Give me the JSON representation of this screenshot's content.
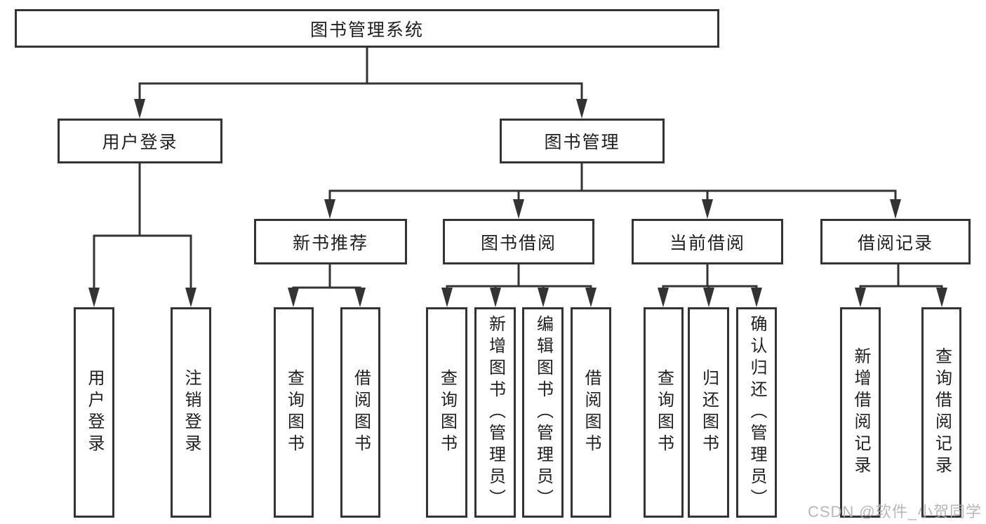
{
  "watermark": "CSDN @软件_小贺同学",
  "colors": {
    "line": "#333333",
    "box_border": "#333333",
    "text": "#1f1f1f",
    "watermark": "#b0b0b0",
    "background": "#ffffff"
  },
  "tree": {
    "root": "图书管理系统",
    "branches": [
      {
        "label": "用户登录",
        "children": [
          "用户登录",
          "注销登录"
        ]
      },
      {
        "label": "图书管理",
        "groups": [
          {
            "label": "新书推荐",
            "children": [
              "查询图书",
              "借阅图书"
            ]
          },
          {
            "label": "图书借阅",
            "children": [
              "查询图书",
              "新增图书（管理员）",
              "编辑图书（管理员）",
              "借阅图书"
            ]
          },
          {
            "label": "当前借阅",
            "children": [
              "查询图书",
              "归还图书",
              "确认归还（管理员）"
            ]
          },
          {
            "label": "借阅记录",
            "children": [
              "新增借阅记录",
              "查询借阅记录"
            ]
          }
        ]
      }
    ]
  }
}
